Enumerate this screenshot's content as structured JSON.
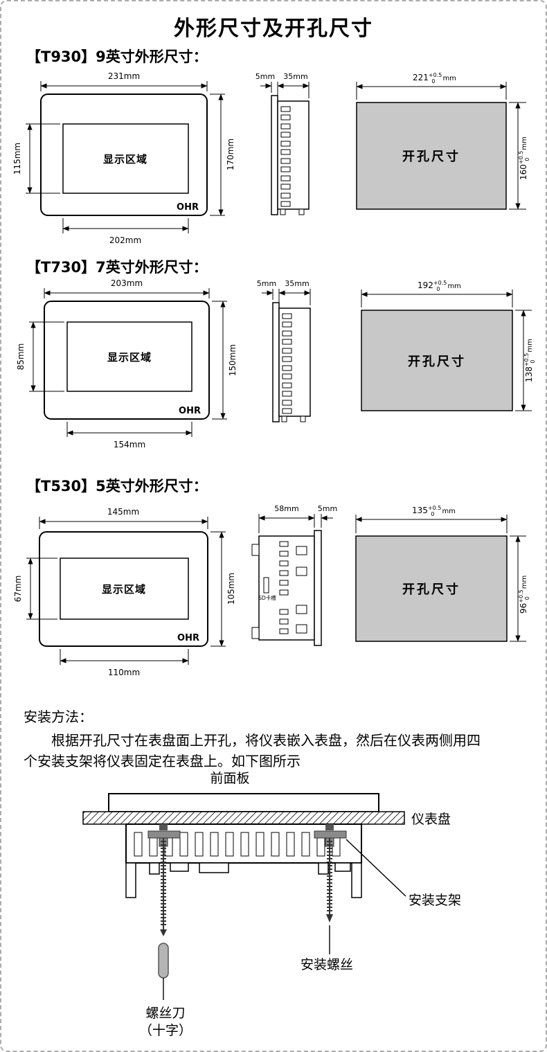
{
  "page": {
    "title": "外形尺寸及开孔尺寸"
  },
  "sections": [
    {
      "model": "【T930】",
      "heading": "9英寸外形尺寸：",
      "front": {
        "area_label": "显示区域",
        "brand": "OHR",
        "dim_top": "231mm",
        "dim_left": "115mm",
        "dim_right": "170mm",
        "dim_bottom": "202mm"
      },
      "side": {
        "dim_bezel": "5mm",
        "dim_depth": "35mm"
      },
      "cutout": {
        "label": "开孔尺寸",
        "dim_top": {
          "base": "221",
          "sup": "+0.5",
          "sub": "0",
          "unit": "mm"
        },
        "dim_right": {
          "base": "160",
          "sup": "+0.5",
          "sub": "0",
          "unit": "mm"
        }
      }
    },
    {
      "model": "【T730】",
      "heading": "7英寸外形尺寸：",
      "front": {
        "area_label": "显示区域",
        "brand": "OHR",
        "dim_top": "203mm",
        "dim_left": "85mm",
        "dim_right": "150mm",
        "dim_bottom": "154mm"
      },
      "side": {
        "dim_bezel": "5mm",
        "dim_depth": "35mm"
      },
      "cutout": {
        "label": "开孔尺寸",
        "dim_top": {
          "base": "192",
          "sup": "+0.5",
          "sub": "0",
          "unit": "mm"
        },
        "dim_right": {
          "base": "138",
          "sup": "+0.5",
          "sub": "0",
          "unit": "mm"
        }
      }
    },
    {
      "model": "【T530】",
      "heading": "5英寸外形尺寸：",
      "front": {
        "area_label": "显示区域",
        "brand": "OHR",
        "dim_top": "145mm",
        "dim_left": "67mm",
        "dim_right": "105mm",
        "dim_bottom": "110mm"
      },
      "side": {
        "dim_depth": "58mm",
        "dim_bezel": "5mm",
        "sd_label": "SD卡槽"
      },
      "cutout": {
        "label": "开孔尺寸",
        "dim_top": {
          "base": "135",
          "sup": "+0.5",
          "sub": "0",
          "unit": "mm"
        },
        "dim_right": {
          "base": "96",
          "sup": "+0.5",
          "sub": "0",
          "unit": "mm"
        }
      }
    }
  ],
  "install": {
    "heading": "安装方法：",
    "line1": "根据开孔尺寸在表盘面上开孔，将仪表嵌入表盘，然后在仪表两侧用四",
    "line2": "个安装支架将仪表固定在表盘上。如下图所示",
    "labels": {
      "front_panel": "前面板",
      "instrument_panel": "仪表盘",
      "bracket": "安装支架",
      "screw": "安装螺丝",
      "screwdriver_line1": "螺丝刀",
      "screwdriver_line2": "（十字）"
    }
  },
  "colors": {
    "cutout_fill": "#c8c8c8",
    "bracket_fill": "#8a8a8a",
    "driver_fill": "#b4b4b4"
  }
}
